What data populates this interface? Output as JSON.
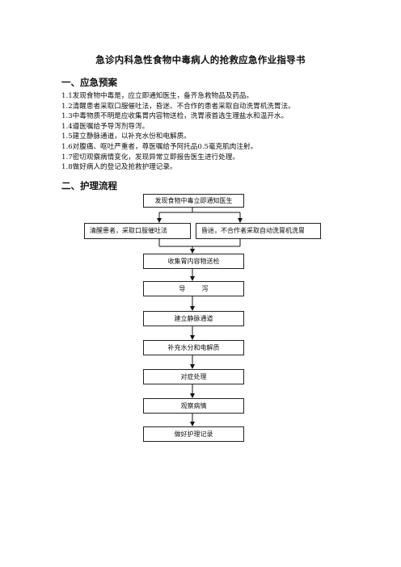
{
  "document": {
    "title": "急诊内科急性食物中毒病人的抢救应急作业指导书",
    "section1": {
      "heading": "一、应急预案",
      "items": [
        "1.1发现食物中毒是，应立即通知医生，备齐急救物品及药品。",
        "1.2清醒患者采取口服催吐法，昏迷、不合作的患者采取自动洗胃机洗胃法。",
        "1.3中毒物质不明是应收集胃内容物送检，洗胃液首选生理盐水和温开水。",
        "1.4遵医嘱给予导泻剂导泻。",
        "1.5建立静脉通道，以补充水份和电解质。",
        "1.6对腹痛、呕吐严重者，尊医嘱给予阿托品0.5毫克肌肉注射。",
        "1.7密切观察病情变化，发现异常立即报告医生进行处理。",
        "1.8做好病人的登记及抢救护理记录。"
      ]
    },
    "section2": {
      "heading": "二、护理流程",
      "flow": {
        "start": "发现食物中毒立即通知医生",
        "branch_left": "清醒患者，采取口服催吐法",
        "branch_right": "昏迷，不合作者采取自动洗胃机洗胃",
        "steps": [
          "收集胃内容物送检",
          "导        泻",
          "建立静脉通道",
          "补充水分和电解质",
          "对症处理",
          "观察病情",
          "做好护理记录"
        ]
      }
    }
  }
}
